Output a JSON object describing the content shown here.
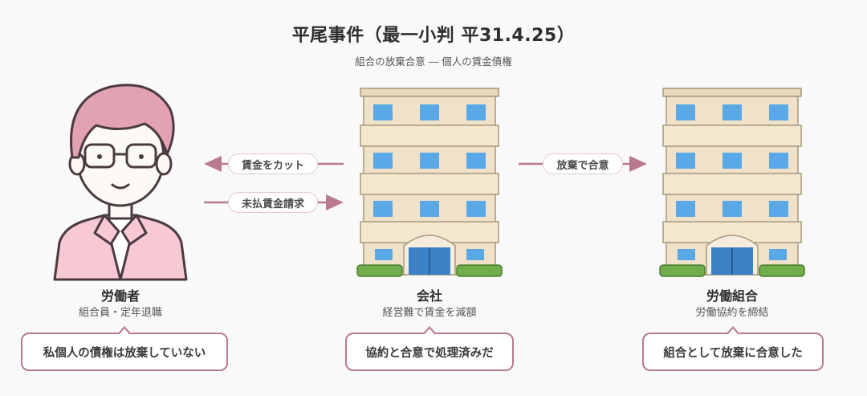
{
  "title": "平尾事件（最一小判 平31.4.25）",
  "subtitle": "組合の放棄合意 ― 個人の賃金債権",
  "colors": {
    "accent": "#b97a8e",
    "hair": "#e3a2b3",
    "shirt": "#f6c9d5",
    "building": "#efe2c9",
    "window": "#5aa9e6",
    "door": "#3c82c7",
    "hedge": "#6fae4a"
  },
  "parties": {
    "worker": {
      "name": "労働者",
      "role": "組合員・定年退職",
      "claim": "私個人の債権は放棄していない",
      "icon": "worker-illustration"
    },
    "company": {
      "name": "会社",
      "role": "経営難で賃金を減額",
      "claim": "協約と合意で処理済みだ",
      "icon": "building-illustration"
    },
    "union": {
      "name": "労働組合",
      "role": "労働協約を締結",
      "claim": "組合として放棄に合意した",
      "icon": "building-illustration"
    }
  },
  "arrows": {
    "wage_cut": "賃金をカット",
    "unpaid_claim": "未払賃金請求",
    "waiver_agreement": "放棄で合意"
  }
}
